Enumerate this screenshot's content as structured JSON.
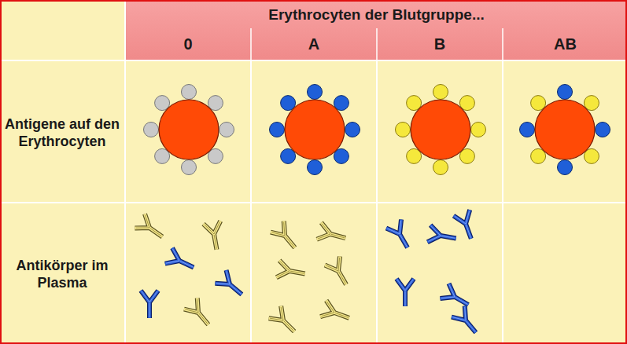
{
  "diagram": {
    "title": "Erythrocyten der Blutgruppe...",
    "labels": [
      "0",
      "A",
      "B",
      "AB",
      "Antigene auf den Erythrocyten",
      "Antikörper im Plasma"
    ]
  }
}
